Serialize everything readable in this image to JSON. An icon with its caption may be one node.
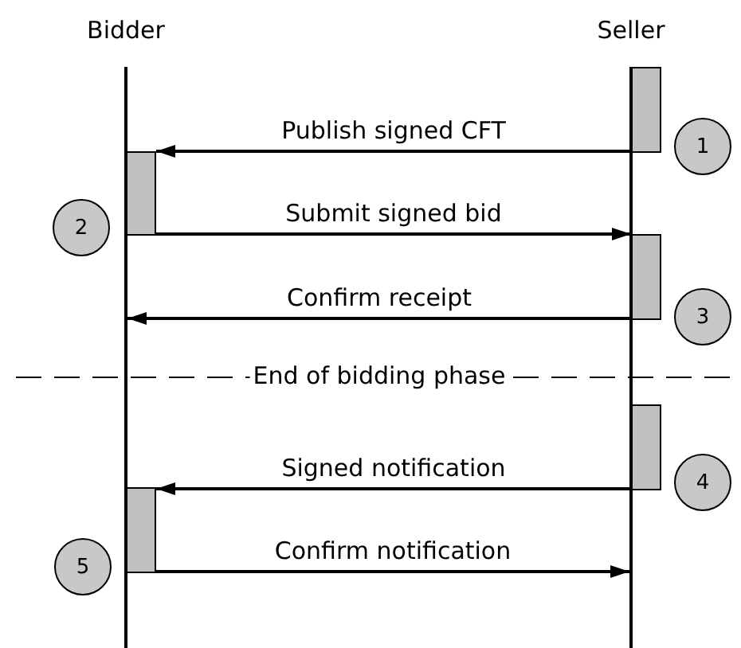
{
  "diagram": {
    "nodes": [
      {
        "text": [
          "Bidder"
        ]
      },
      {
        "text": [
          "Seller"
        ]
      },
      {
        "text": [],
        "shape": "line"
      },
      {
        "text": [],
        "shape": "line"
      },
      {
        "text": [],
        "shape": "bar"
      },
      {
        "text": [],
        "shape": "bar"
      },
      {
        "text": [],
        "shape": "bar"
      },
      {
        "text": [],
        "shape": "bar"
      },
      {
        "text": [],
        "shape": "bar"
      },
      {
        "text": [
          "1"
        ]
      },
      {
        "text": [
          "2"
        ]
      },
      {
        "text": [
          "3"
        ]
      },
      {
        "text": [
          "4"
        ]
      },
      {
        "text": [
          "5"
        ]
      }
    ],
    "edges": [
      {
        "from": 4,
        "to": 5,
        "arrow": "to",
        "label": "Publish signed CFT"
      },
      {
        "from": 5,
        "to": 6,
        "arrow": "to",
        "label": "Submit signed bid"
      },
      {
        "from": 6,
        "to": 2,
        "arrow": "to",
        "label": "Confirm receipt"
      },
      {
        "from": 7,
        "to": 8,
        "arrow": "to",
        "label": "Signed notification"
      },
      {
        "from": 8,
        "to": 3,
        "arrow": "to",
        "label": "Confirm notification"
      }
    ],
    "labels": [
      "End of bidding phase"
    ]
  }
}
